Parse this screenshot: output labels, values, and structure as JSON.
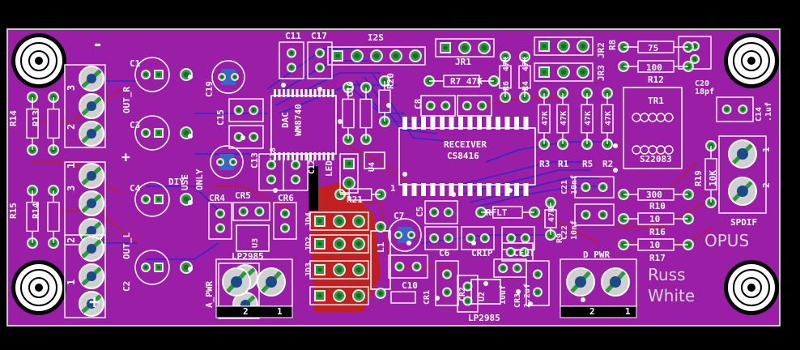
{
  "board": {
    "colors": {
      "background": "#000000",
      "board": "#9a1ea6",
      "outline": "#c8c8c8",
      "silk": "#ffffff",
      "pad": "#e8e8e8",
      "via": "#2a9a3a",
      "top_trace": "#c02020",
      "bottom_trace": "#2a2ad0",
      "pad_hole": "#1a6a2a"
    },
    "labels": {
      "opus": "OPUS",
      "russ": "Russ",
      "white": "White",
      "diy": "DIY",
      "use": "USE",
      "only": "ONLY",
      "receiver": "RECEIVER",
      "cs8416": "CS8416",
      "dac": "DAC",
      "wm8740": "WM8740",
      "i2s": "I2S",
      "spdif": "SPDIF",
      "s22083": "S22083",
      "tr1": "TR1",
      "lp2985_a": "LP2985",
      "lp2985_b": "LP2985",
      "a_pwr": "A_PWR",
      "d_pwr": "D_PWR",
      "out_r": "OUT_R",
      "out_l": "OUT_L",
      "led": "LED",
      "rflt": "RFLT",
      "crip": "CRIP",
      "cflt": "CFLT",
      "plus": "+",
      "minus": "-",
      "one": "1",
      "two": "2",
      "three": "3"
    },
    "refs": {
      "c1": "C1",
      "c2": "C2",
      "c3": "C3",
      "c4": "C4",
      "c5": "C5",
      "c6": "C6",
      "c7": "C7",
      "c8": "C8",
      "c10": "C10",
      "c11": "C11",
      "c12": "C12",
      "c13": "C13",
      "c14": "C14",
      "c15": "C15",
      "c17": "C17",
      "c18": "C18",
      "c19": "C19",
      "c20": "C20",
      "c21": "C21",
      "c22": "C22",
      "cr1": "CR1",
      "cr2": "CR2",
      "cr3": "CR3",
      "cr4": "CR4",
      "cr5": "CR5",
      "cr6": "CR6",
      "r1": "R1",
      "r2": "R2",
      "r3": "R3",
      "r4": "R4",
      "r5": "R5",
      "r6": "R6",
      "r7": "R7",
      "r8": "R8",
      "r9": "R9",
      "r10": "R10",
      "r12": "R12",
      "r13": "R13",
      "r14": "R14",
      "r15": "R15",
      "r16": "R16",
      "r17": "R17",
      "r19": "R19",
      "r20": "R20",
      "r21": "R21",
      "jr1": "JR1",
      "jr2": "JR2",
      "jr3": "JR3",
      "jd1": "JD1",
      "jd2": "JD2",
      "jd3": "JD3",
      "jd4": "JD4",
      "u1": "U1",
      "u2": "U2",
      "u3": "U3",
      "u4": "U4",
      "l1": "L1"
    },
    "values": {
      "v47k": "47K",
      "r7v": "R7 47K",
      "v75": "75",
      "v100": "100",
      "v300": "300",
      "v10": "10",
      "v10k": "10K",
      "v1uf": ".1uf",
      "v18pf": "18pf",
      "v10nf": "10nf",
      "v22uf": "2.2uf",
      "v10uf": "10uf"
    }
  }
}
